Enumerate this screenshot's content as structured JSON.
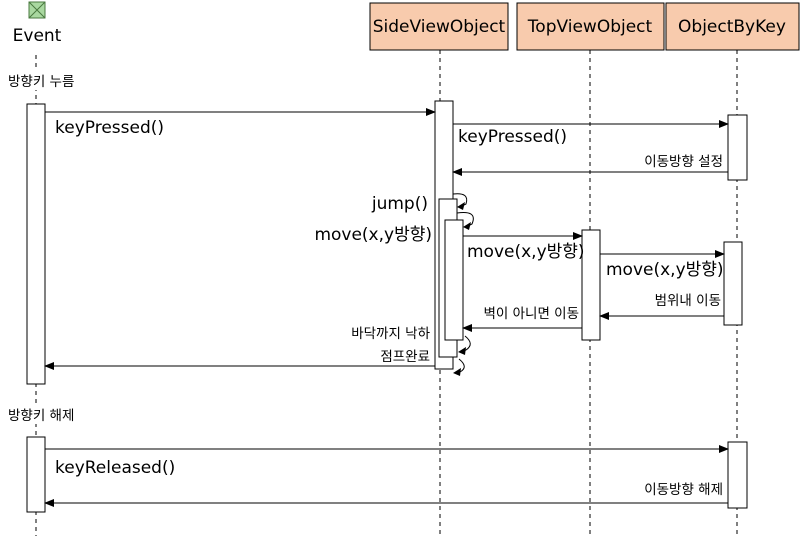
{
  "colors": {
    "header_fill": "#f8cbad",
    "actor_icon": "#a9d8a0"
  },
  "lifelines": {
    "event": "Event",
    "side": "SideViewObject",
    "top": "TopViewObject",
    "key": "ObjectByKey"
  },
  "sections": {
    "press": "방향키 누름",
    "release": "방향키 해제"
  },
  "messages": {
    "m1": "keyPressed()",
    "m2": "keyPressed()",
    "r1": "이동방향 설정",
    "jump": "jump()",
    "move_self": "move(x,y방향)",
    "m3": "move(x,y방향)",
    "m4": "move(x,y방향)",
    "r2": "범위내 이동",
    "r3": "벽이 아니면 이동",
    "fall": "바닥까지 낙하",
    "done": "점프완료",
    "m5": "keyReleased()",
    "r4": "이동방향 해제"
  }
}
